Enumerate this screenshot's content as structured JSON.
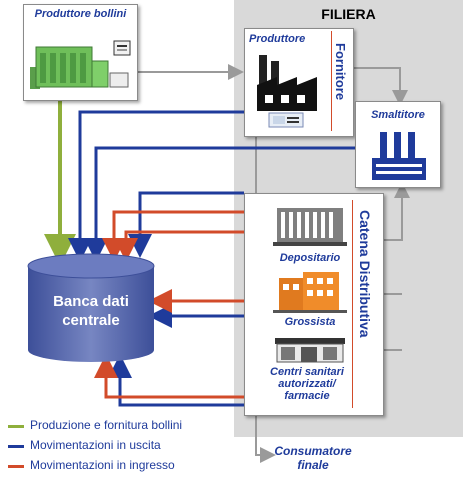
{
  "filiera": {
    "title": "FILIERA"
  },
  "produttore_bollini": {
    "label": "Produttore bollini"
  },
  "fornitore": {
    "side_label": "Fornitore",
    "produttore_label": "Produttore"
  },
  "smaltitore": {
    "label": "Smaltitore"
  },
  "catena": {
    "side_label": "Catena Distributiva",
    "depositario_label": "Depositario",
    "grossista_label": "Grossista",
    "centri_label": "Centri sanitari autorizzati/ farmacie"
  },
  "database": {
    "label": "Banca dati centrale"
  },
  "consumatore": {
    "label": "Consumatore finale"
  },
  "legend": {
    "items": [
      {
        "label": "Produzione e fornitura bollini",
        "color": "#8faf3c"
      },
      {
        "label": "Movimentazioni in uscita",
        "color": "#1f3b9b"
      },
      {
        "label": "Movimentazioni in ingresso",
        "color": "#d24b2a"
      }
    ]
  },
  "colors": {
    "green": "#8faf3c",
    "blue": "#1f3b9b",
    "red": "#d24b2a",
    "gray": "#9a9a9a",
    "db": "#5566a8"
  }
}
